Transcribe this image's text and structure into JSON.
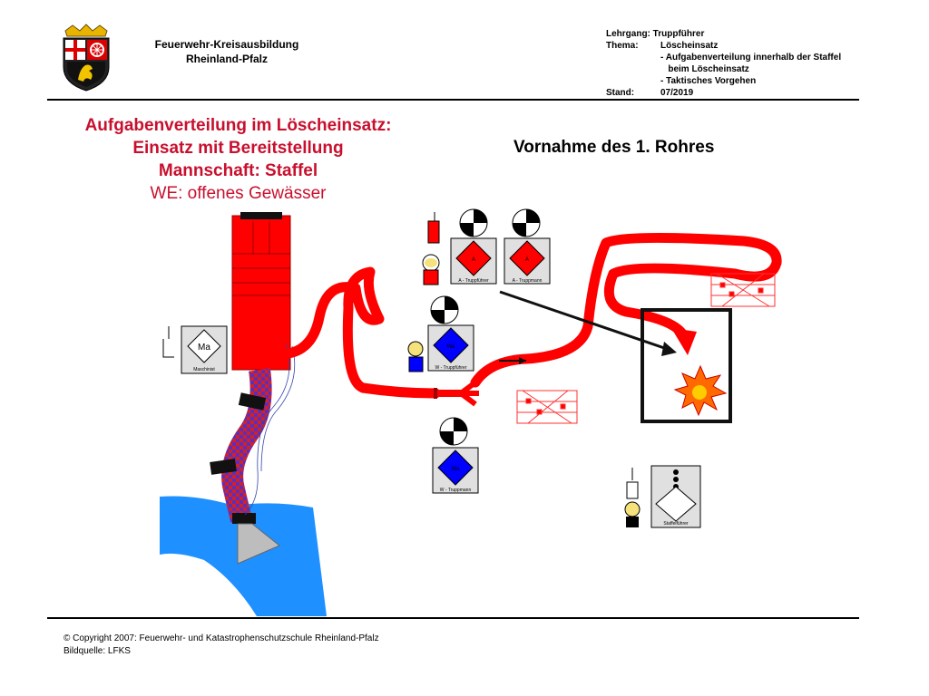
{
  "header": {
    "org_line1": "Feuerwehr-Kreisausbildung",
    "org_line2": "Rheinland-Pfalz",
    "lehrgang_key": "Lehrgang:",
    "lehrgang_val": "Truppführer",
    "thema_key": "Thema:",
    "thema_val": "Löscheinsatz",
    "thema_item1": "- Aufgabenverteilung innerhalb der Staffel",
    "thema_item1b": "beim Löscheinsatz",
    "thema_item2": "- Taktisches Vorgehen",
    "stand_key": "Stand:",
    "stand_val": "07/2019"
  },
  "title": {
    "line1": "Aufgabenverteilung im Löscheinsatz:",
    "line2": "Einsatz mit Bereitstellung",
    "line3": "Mannschaft: Staffel",
    "line4": "WE: offenes Gewässer"
  },
  "subtitle": "Vornahme des 1. Rohres",
  "tactical_signs": {
    "maschinist": {
      "code": "Ma",
      "label": "Maschinist"
    },
    "angriffstruppfuehrer": {
      "code": "A",
      "label": "A - Truppführer"
    },
    "angriffstruppmann": {
      "code": "A",
      "label": "A - Truppmann"
    },
    "wassertruppfuehrer": {
      "code": "Wa",
      "label": "W - Truppführer"
    },
    "wassertruppmann": {
      "code": "Wa",
      "label": "W - Truppmann"
    },
    "staffelfuehrer": {
      "label": "Staffelführer"
    }
  },
  "colors": {
    "red": "#ff0000",
    "title_red": "#c8102e",
    "water": "#1e90ff",
    "blue_sign": "#0000ff",
    "suction_hose": "#7a3fb0"
  },
  "footer": {
    "copyright": "© Copyright 2007: Feuerwehr- und Katastrophenschutzschule Rheinland-Pfalz",
    "source": "Bildquelle: LFKS"
  }
}
